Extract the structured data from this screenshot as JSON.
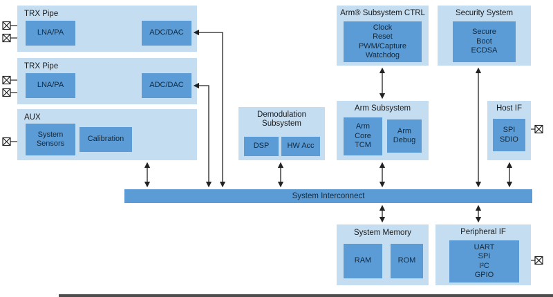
{
  "diagram": {
    "trx1": {
      "title": "TRX Pipe",
      "lna": "LNA/PA",
      "adc": "ADC/DAC"
    },
    "trx2": {
      "title": "TRX Pipe",
      "lna": "LNA/PA",
      "adc": "ADC/DAC"
    },
    "aux": {
      "title": "AUX",
      "sensors": "System\nSensors",
      "calibration": "Calibration"
    },
    "demod": {
      "title": "Demodulation\nSubsystem",
      "dsp": "DSP",
      "hwacc": "HW Acc"
    },
    "arm_ctrl": {
      "title": "Arm® Subsystem CTRL",
      "content": "Clock\nReset\nPWM/Capture\nWatchdog"
    },
    "security": {
      "title": "Security System",
      "content": "Secure\nBoot\nECDSA"
    },
    "arm_sub": {
      "title": "Arm Subsystem",
      "core": "Arm\nCore\nTCM",
      "debug": "Arm\nDebug"
    },
    "host_if": {
      "title": "Host IF",
      "content": "SPI\nSDIO"
    },
    "interconnect": {
      "title": "System Interconnect"
    },
    "memory": {
      "title": "System Memory",
      "ram": "RAM",
      "rom": "ROM"
    },
    "periph": {
      "title": "Peripheral IF",
      "content": "UART\nSPI\nI²C\nGPIO"
    }
  },
  "colors": {
    "panel_light_blue": "#c4ddf1",
    "block_blue": "#5b9cd6",
    "arrow": "#222222",
    "text": "#1a1a1a"
  }
}
